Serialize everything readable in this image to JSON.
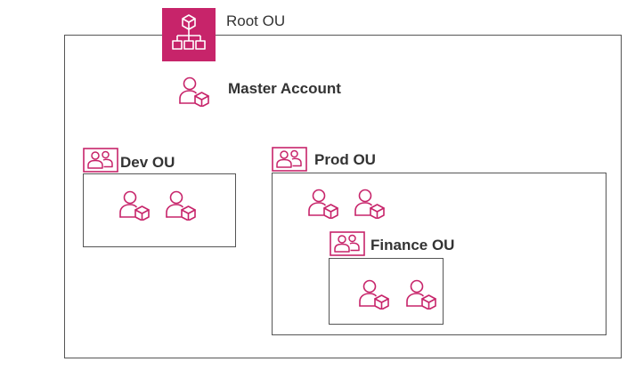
{
  "accent": "#C7246A",
  "root": {
    "label": "Root OU",
    "icon": "organization-icon"
  },
  "master": {
    "label": "Master Account",
    "icon": "account-icon"
  },
  "dev": {
    "label": "Dev OU",
    "icon": "ou-group-icon",
    "account_count": 2
  },
  "prod": {
    "label": "Prod OU",
    "icon": "ou-group-icon",
    "account_count": 2
  },
  "finance": {
    "label": "Finance OU",
    "icon": "ou-group-icon",
    "account_count": 2
  }
}
